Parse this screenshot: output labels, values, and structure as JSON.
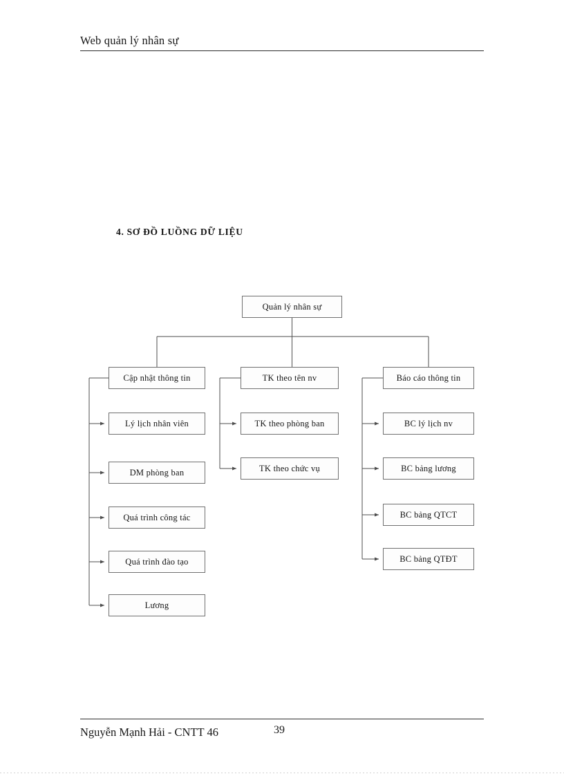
{
  "header": {
    "title": "Web quản lý nhân sự"
  },
  "section": {
    "title": "4. SƠ ĐỒ LUỒNG DỮ LIỆU"
  },
  "diagram": {
    "root": {
      "label": "Quản lý nhân sự"
    },
    "branches": [
      {
        "label": "Cập nhật thông tin",
        "children": [
          {
            "label": "Lý lịch nhân viên"
          },
          {
            "label": "DM phòng ban"
          },
          {
            "label": "Quá trình công tác"
          },
          {
            "label": "Quá trình đào tạo"
          },
          {
            "label": "Lương"
          }
        ]
      },
      {
        "label": "TK theo tên nv",
        "children": [
          {
            "label": "TK theo phòng ban"
          },
          {
            "label": "TK theo chức vụ"
          }
        ]
      },
      {
        "label": "Báo cáo thông tin",
        "children": [
          {
            "label": "BC lý lịch nv"
          },
          {
            "label": "BC bảng lương"
          },
          {
            "label": "BC bảng QTCT"
          },
          {
            "label": "BC bảng QTĐT"
          }
        ]
      }
    ]
  },
  "footer": {
    "author": "Nguyễn Mạnh Hải - CNTT 46",
    "page_number": "39"
  },
  "colors": {
    "box_border": "#6f6f6f",
    "connector": "#4d4d4d",
    "rule": "#2b2b2b",
    "text": "#121212",
    "page_background": "#ffffff"
  }
}
